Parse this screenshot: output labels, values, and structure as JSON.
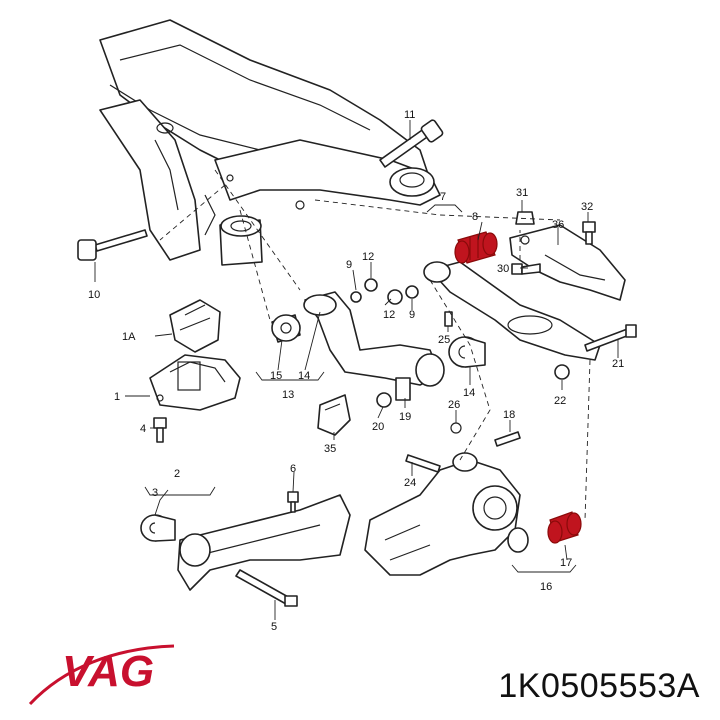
{
  "brand": {
    "name": "VAG",
    "color": "#c8102e"
  },
  "part_number": "1K0505553A",
  "highlight_color": "#c0141e",
  "callouts": {
    "c1": "1",
    "c1A": "1A",
    "c2": "2",
    "c3": "3",
    "c4": "4",
    "c5": "5",
    "c6": "6",
    "c7": "7",
    "c8": "8",
    "c9a": "9",
    "c9b": "9",
    "c10": "10",
    "c11": "11",
    "c12a": "12",
    "c12b": "12",
    "c13": "13",
    "c14a": "14",
    "c14b": "14",
    "c15": "15",
    "c16": "16",
    "c17": "17",
    "c18": "18",
    "c19": "19",
    "c20": "20",
    "c21": "21",
    "c22": "22",
    "c24": "24",
    "c25": "25",
    "c26": "26",
    "c30": "30",
    "c31": "31",
    "c32": "32",
    "c35": "35",
    "c36": "36"
  }
}
